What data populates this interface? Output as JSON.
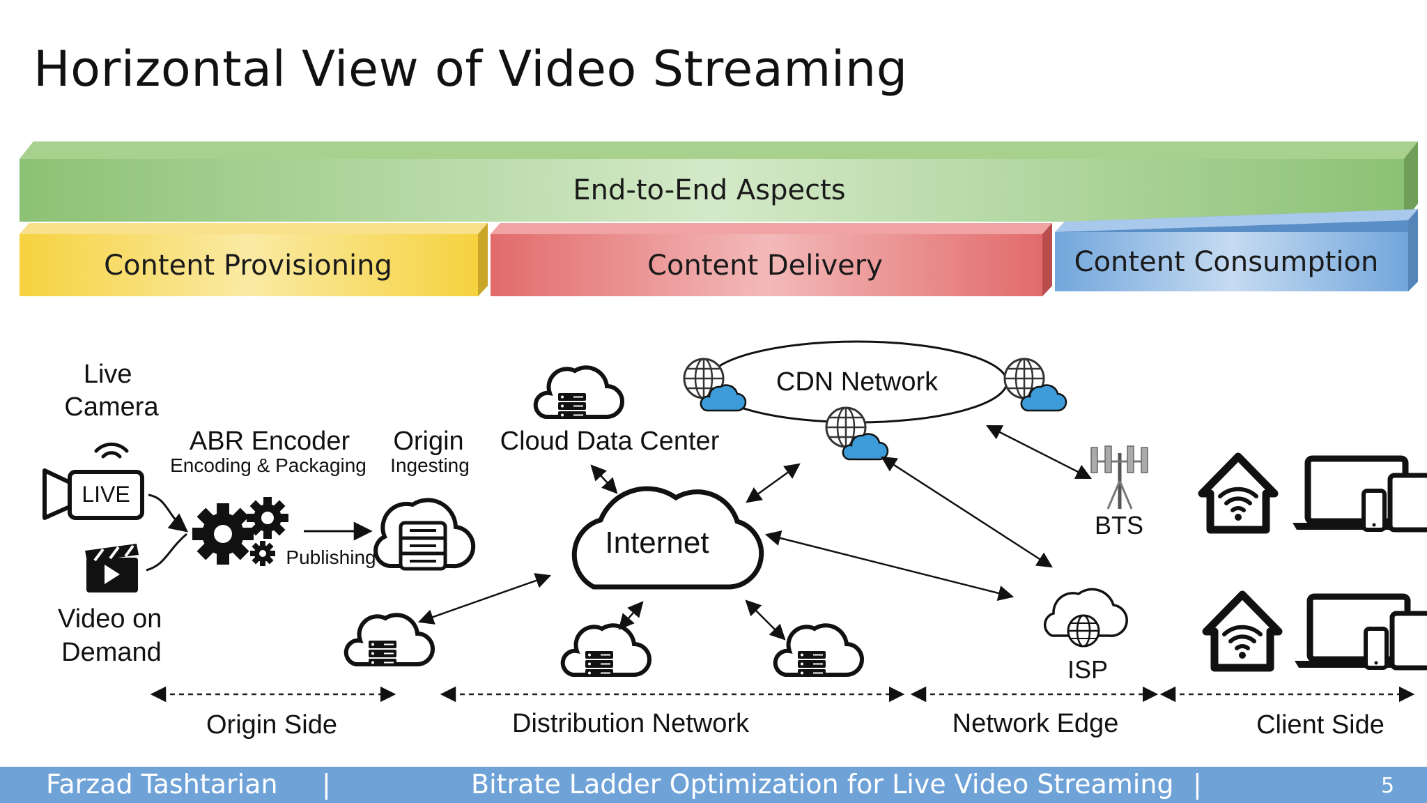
{
  "slide": {
    "title": "Horizontal View of Video Streaming"
  },
  "bands": {
    "end_to_end": "End-to-End Aspects",
    "provisioning": "Content Provisioning",
    "delivery": "Content Delivery",
    "consumption": "Content Consumption"
  },
  "nodes": {
    "live_camera": "Live Camera",
    "live_badge": "LIVE",
    "vod": "Video on Demand",
    "abr_title": "ABR Encoder",
    "abr_sub": "Encoding & Packaging",
    "origin_title": "Origin",
    "origin_sub": "Ingesting",
    "publishing": "Publishing",
    "cloud_dc": "Cloud Data Center",
    "internet": "Internet",
    "cdn": "CDN Network",
    "bts": "BTS",
    "isp": "ISP"
  },
  "sections": {
    "origin_side": "Origin Side",
    "distribution": "Distribution Network",
    "network_edge": "Network Edge",
    "client_side": "Client Side"
  },
  "footer": {
    "author": "Farzad Tashtarian",
    "separator": "|",
    "talk_title": "Bitrate Ladder Optimization for Live Video Streaming",
    "page": "5"
  },
  "colors": {
    "end_to_end": "#93c47d",
    "provisioning": "#f6d34c",
    "delivery": "#e06666",
    "consumption": "#6fa3d8",
    "footer": "#6fa3d8",
    "cloud_accent": "#3d9bd9"
  },
  "icons": [
    "camera-live-icon",
    "clapperboard-icon",
    "gears-icon",
    "server-cloud-icon",
    "globe-cloud-icon",
    "cell-tower-icon",
    "smart-home-icon",
    "devices-icon"
  ]
}
